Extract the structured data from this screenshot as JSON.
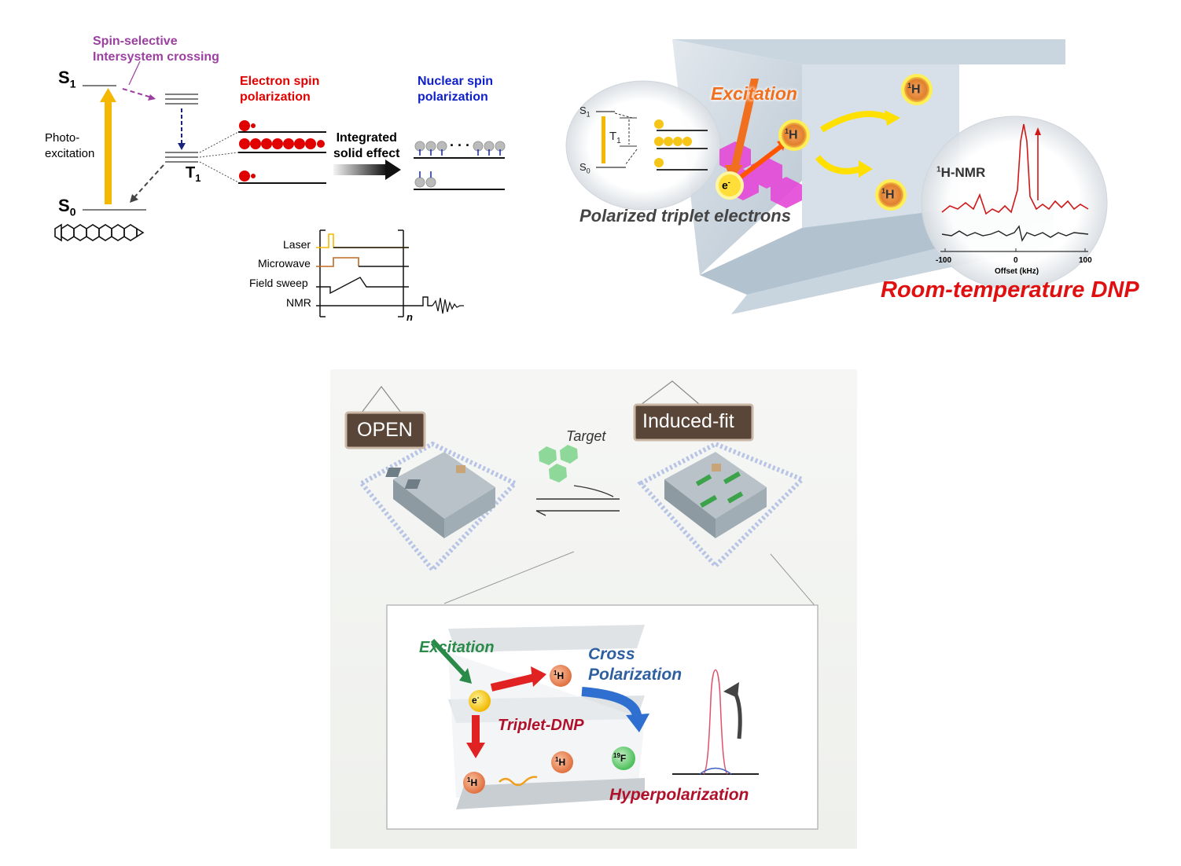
{
  "jablonski": {
    "spin_selective_line1": "Spin-selective",
    "spin_selective_line2": "Intersystem crossing",
    "s1": "S",
    "s1_sub": "1",
    "s0": "S",
    "s0_sub": "0",
    "t1": "T",
    "t1_sub": "1",
    "photo_line1": "Photo-",
    "photo_line2": "excitation",
    "electron_line1": "Electron spin",
    "electron_line2": "polarization",
    "integrated_line1": "Integrated",
    "integrated_line2": "solid effect",
    "nuclear_line1": "Nuclear spin",
    "nuclear_line2": "polarization",
    "dots": ". . ."
  },
  "pulse": {
    "laser": "Laser",
    "microwave": "Microwave",
    "field_sweep": "Field sweep",
    "nmr": "NMR",
    "n": "n"
  },
  "dnp_panel": {
    "s1": "S",
    "s1_sub": "1",
    "t1": "T",
    "t1_sub": "1",
    "s0": "S",
    "s0_sub": "0",
    "excitation": "Excitation",
    "polarized": "Polarized triplet electrons",
    "h_sup": "1",
    "h": "H",
    "electron": "e",
    "electron_sup": "-",
    "nmr_label_sup": "1",
    "nmr_label": "H-NMR",
    "tick_m100": "-100",
    "tick_0": "0",
    "tick_100": "100",
    "offset": "Offset (kHz)",
    "rt_dnp": "Room-temperature DNP"
  },
  "mof": {
    "open": "OPEN",
    "induced": "Induced-fit",
    "target": "Target"
  },
  "inset": {
    "excitation": "Excitation",
    "cross_line1": "Cross",
    "cross_line2": "Polarization",
    "triplet_dnp": "Triplet-DNP",
    "hyper": "Hyperpolarization",
    "h_sup": "1",
    "h": "H",
    "f_sup": "19",
    "f": "F",
    "electron": "e",
    "electron_sup": "-"
  },
  "colors": {
    "purple": "#9b3fa0",
    "red": "#e00000",
    "blue": "#1020c8",
    "orange": "#f07020",
    "yellow": "#f5b800",
    "crimson": "#b0102a",
    "green": "#2a8a4a",
    "steelblue": "#2e5fa0"
  }
}
